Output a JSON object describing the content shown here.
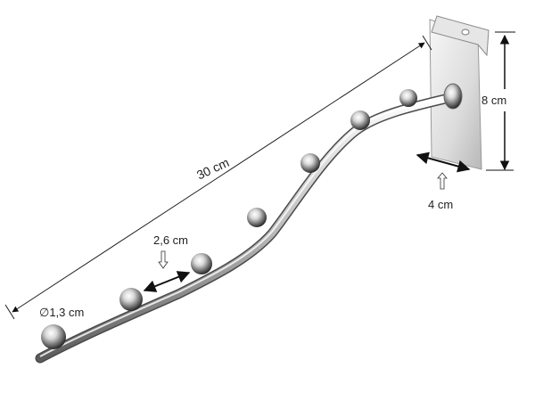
{
  "image": {
    "subject": "chrome slatwall waterfall hook with 7 ball stops",
    "background": "#ffffff"
  },
  "dimensions": {
    "length": "30 cm",
    "ball_spacing": "2,6 cm",
    "ball_diameter": "∅1,3 cm",
    "plate_height": "8 cm",
    "plate_width": "4 cm"
  },
  "colors": {
    "chrome_light": "#f4f4f4",
    "chrome_mid": "#c8c8c8",
    "chrome_dark": "#6a6a6a",
    "arrow": "#111111"
  }
}
